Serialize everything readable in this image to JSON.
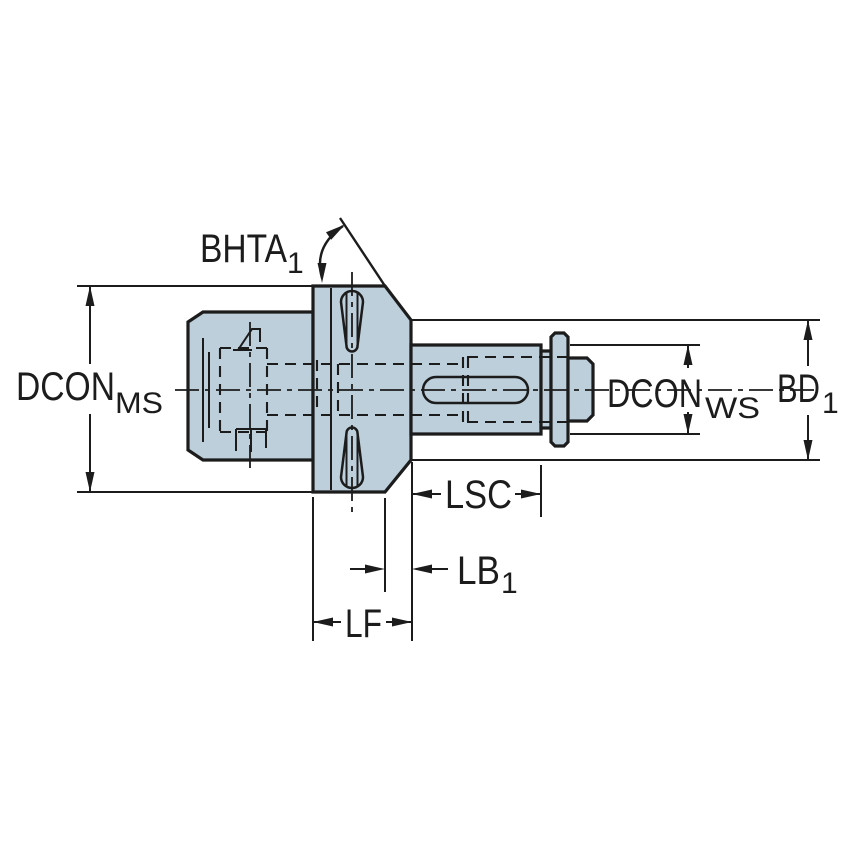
{
  "figure": {
    "kind": "technical-dimension-drawing",
    "subject": "tool holder adapter side view"
  },
  "colors": {
    "body_fill": "#bccfdb",
    "line": "#1c1c1c",
    "background": "#ffffff"
  },
  "dimensions": {
    "bhta1": {
      "text": "BHTA",
      "sub": "1"
    },
    "dcon_ms": {
      "text": "DCON",
      "sub": "MS"
    },
    "dcon_ws": {
      "text": "DCON",
      "sub": "WS"
    },
    "bd1": {
      "text": "BD",
      "sub": "1"
    },
    "lsc": {
      "text": "LSC"
    },
    "lb1": {
      "text": "LB",
      "sub": "1"
    },
    "lf": {
      "text": "LF"
    }
  }
}
